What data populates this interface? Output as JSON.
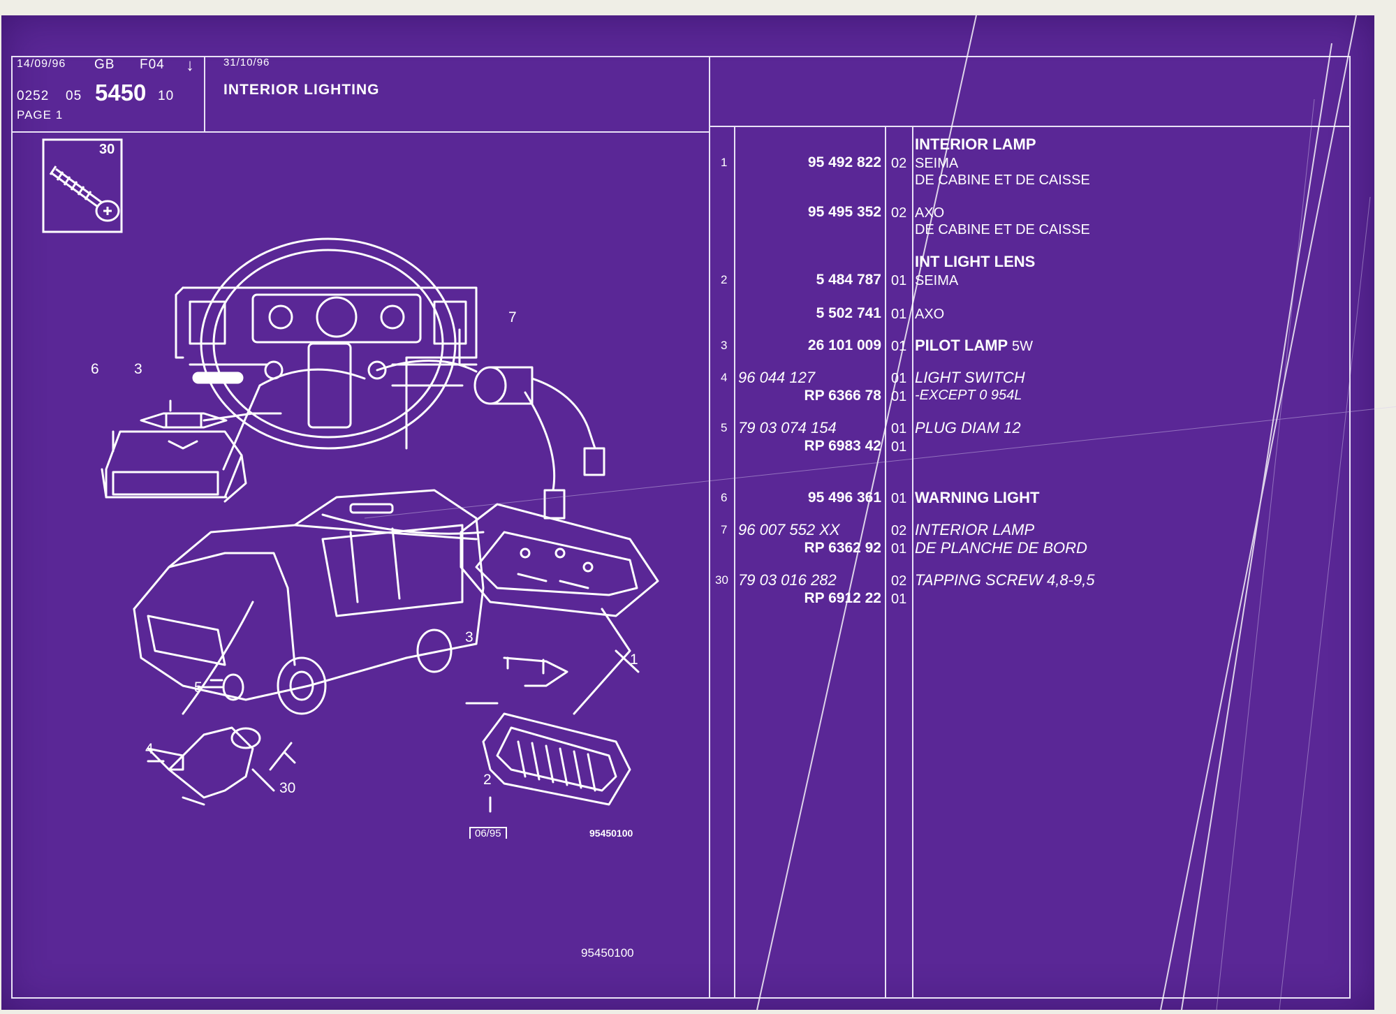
{
  "header": {
    "date1": "14/09/96",
    "lang": "GB",
    "code": "F04",
    "arrow": "↓",
    "ref_a": "0252",
    "ref_b": "05",
    "ref_main": "5450",
    "ref_c": "10",
    "page": "PAGE 1",
    "date2": "31/10/96",
    "title": "INTERIOR LIGHTING"
  },
  "inset_label": "30",
  "diagram": {
    "callouts": [
      "1",
      "2",
      "3",
      "3",
      "4",
      "5",
      "6",
      "7",
      "30"
    ],
    "date_box": "06/95",
    "code": "95450100",
    "footer_code": "95450100"
  },
  "parts": [
    {
      "item": "1",
      "part": "95 492 822",
      "qty": "02",
      "lines": [
        {
          "text": "INTERIOR LAMP",
          "style": "bold"
        },
        {
          "text": "SEIMA",
          "style": "normal"
        },
        {
          "text": "DE CABINE ET DE CAISSE",
          "style": "normal"
        }
      ]
    },
    {
      "item": "",
      "part": "95 495 352",
      "qty": "02",
      "lines": [
        {
          "text": "AXO",
          "style": "normal"
        },
        {
          "text": "DE CABINE ET DE CAISSE",
          "style": "normal"
        }
      ]
    },
    {
      "item": "2",
      "part": "5 484 787",
      "qty": "01",
      "lines": [
        {
          "text": "INT LIGHT LENS",
          "style": "bold"
        },
        {
          "text": "SEIMA",
          "style": "normal"
        }
      ]
    },
    {
      "item": "",
      "part": "5 502 741",
      "qty": "01",
      "lines": [
        {
          "text": "AXO",
          "style": "normal"
        }
      ]
    },
    {
      "item": "3",
      "part": "26 101 009",
      "qty": "01",
      "lines": [
        {
          "text": "PILOT LAMP",
          "style": "bold"
        }
      ],
      "suffix": "5W"
    },
    {
      "item": "4",
      "part": "96 044 127",
      "qty": "01",
      "lines": [
        {
          "text": "LIGHT SWITCH",
          "style": "italic"
        }
      ],
      "rp": "RP 6366 78",
      "rp_qty": "01",
      "rp_text": "-EXCEPT 0 954L"
    },
    {
      "item": "5",
      "part": "79 03 074 154",
      "qty": "01",
      "lines": [
        {
          "text": "PLUG DIAM 12",
          "style": "italic"
        }
      ],
      "rp": "RP 6983 42",
      "rp_qty": "01",
      "rp_text": ""
    },
    {
      "item": "6",
      "part": "95 496 361",
      "qty": "01",
      "lines": [
        {
          "text": "WARNING LIGHT",
          "style": "bold"
        }
      ]
    },
    {
      "item": "7",
      "part": "96 007 552 XX",
      "qty": "02",
      "lines": [
        {
          "text": "INTERIOR LAMP",
          "style": "italic"
        }
      ],
      "rp": "RP 6362 92",
      "rp_qty": "01",
      "rp_text": "DE PLANCHE DE BORD"
    },
    {
      "item": "30",
      "part": "79 03 016 282",
      "qty": "02",
      "lines": [
        {
          "text": "TAPPING SCREW 4,8-9,5",
          "style": "italic"
        }
      ],
      "rp": "RP 6912 22",
      "rp_qty": "01",
      "rp_text": ""
    }
  ],
  "colors": {
    "background": "#5a2796",
    "ink": "#ffffff",
    "paper": "#efeee6"
  }
}
